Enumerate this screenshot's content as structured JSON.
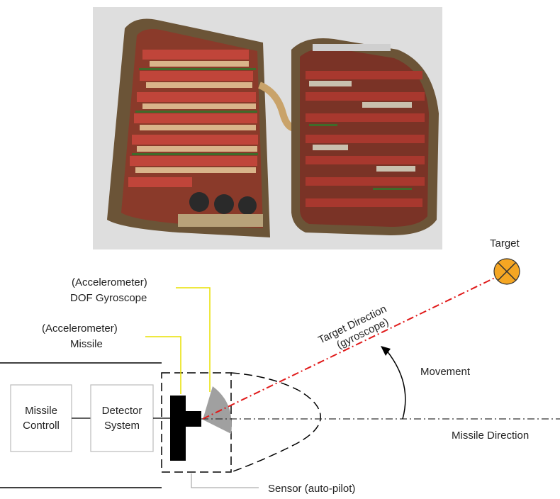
{
  "photo": {
    "subject": "missile-electronics-photo"
  },
  "diagram": {
    "boxes": {
      "missile_controll": [
        "Missile",
        "Controll"
      ],
      "detector_system": [
        "Detector",
        "System"
      ]
    },
    "labels": {
      "accel_dof_line1": "(Accelerometer)",
      "accel_dof_line2": "DOF Gyroscope",
      "accel_missile_line1": "(Accelerometer)",
      "accel_missile_line2": "Missile",
      "target": "Target",
      "target_direction_line1": "Target Direction",
      "target_direction_line2": "(gyroscope)",
      "movement": "Movement",
      "missile_direction": "Missile Direction",
      "sensor": "Sensor (auto-pilot)"
    },
    "colors": {
      "callout_yellow": "#e8e000",
      "target_fill": "#f5a623",
      "target_line": "#e01a1a",
      "gyro_gray": "#a0a0a0",
      "box_border": "#bbbbbb",
      "sensor_dark": "#000000"
    }
  }
}
